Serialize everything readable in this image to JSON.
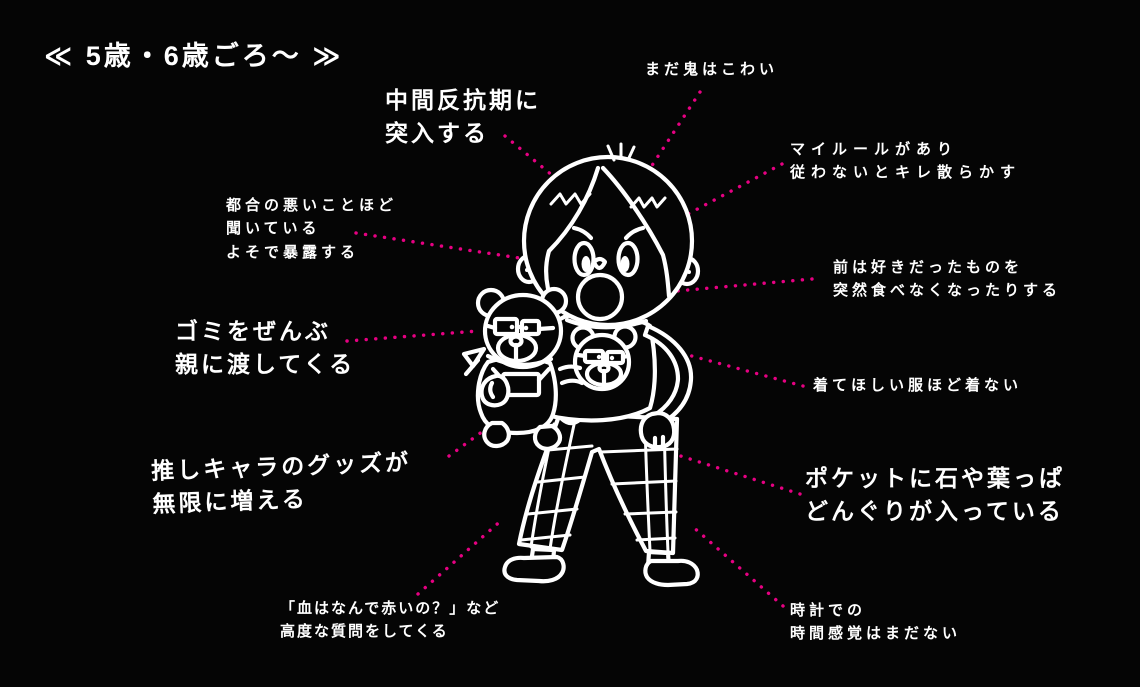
{
  "page": {
    "background_color": "#050505",
    "text_color": "#ffffff",
    "accent_color": "#e60082"
  },
  "header": {
    "title": "≪ 5歳・6歳ごろ〜 ≫"
  },
  "illustration": {
    "subject_icon": "angry-child-holding-teddy-bear-illustration"
  },
  "annotations": [
    {
      "id": "mid-rebellion",
      "emphasis": true,
      "lines": [
        "中間反抗期に",
        "突入する"
      ]
    },
    {
      "id": "oni",
      "emphasis": false,
      "lines": [
        "まだ鬼はこわい"
      ]
    },
    {
      "id": "my-rule",
      "emphasis": false,
      "lines": [
        "マイルールがあり",
        "従わないとキレ散らかす"
      ]
    },
    {
      "id": "eavesdrop",
      "emphasis": false,
      "lines": [
        "都合の悪いことほど",
        "聞いている",
        "よそで暴露する"
      ]
    },
    {
      "id": "trash",
      "emphasis": true,
      "lines": [
        "ゴミをぜんぶ",
        "親に渡してくる"
      ]
    },
    {
      "id": "food",
      "emphasis": false,
      "lines": [
        "前は好きだったものを",
        "突然食べなくなったりする"
      ]
    },
    {
      "id": "clothes",
      "emphasis": false,
      "lines": [
        "着てほしい服ほど着ない"
      ]
    },
    {
      "id": "goods",
      "emphasis": true,
      "lines": [
        "推しキャラのグッズが",
        "無限に増える"
      ]
    },
    {
      "id": "pocket",
      "emphasis": true,
      "lines": [
        "ポケットに石や葉っぱ",
        "どんぐりが入っている"
      ]
    },
    {
      "id": "blood",
      "emphasis": false,
      "lines": [
        "「血はなんで赤いの？」など",
        "高度な質問をしてくる"
      ]
    },
    {
      "id": "clock",
      "emphasis": false,
      "lines": [
        "時計での",
        "時間感覚はまだない"
      ]
    }
  ]
}
